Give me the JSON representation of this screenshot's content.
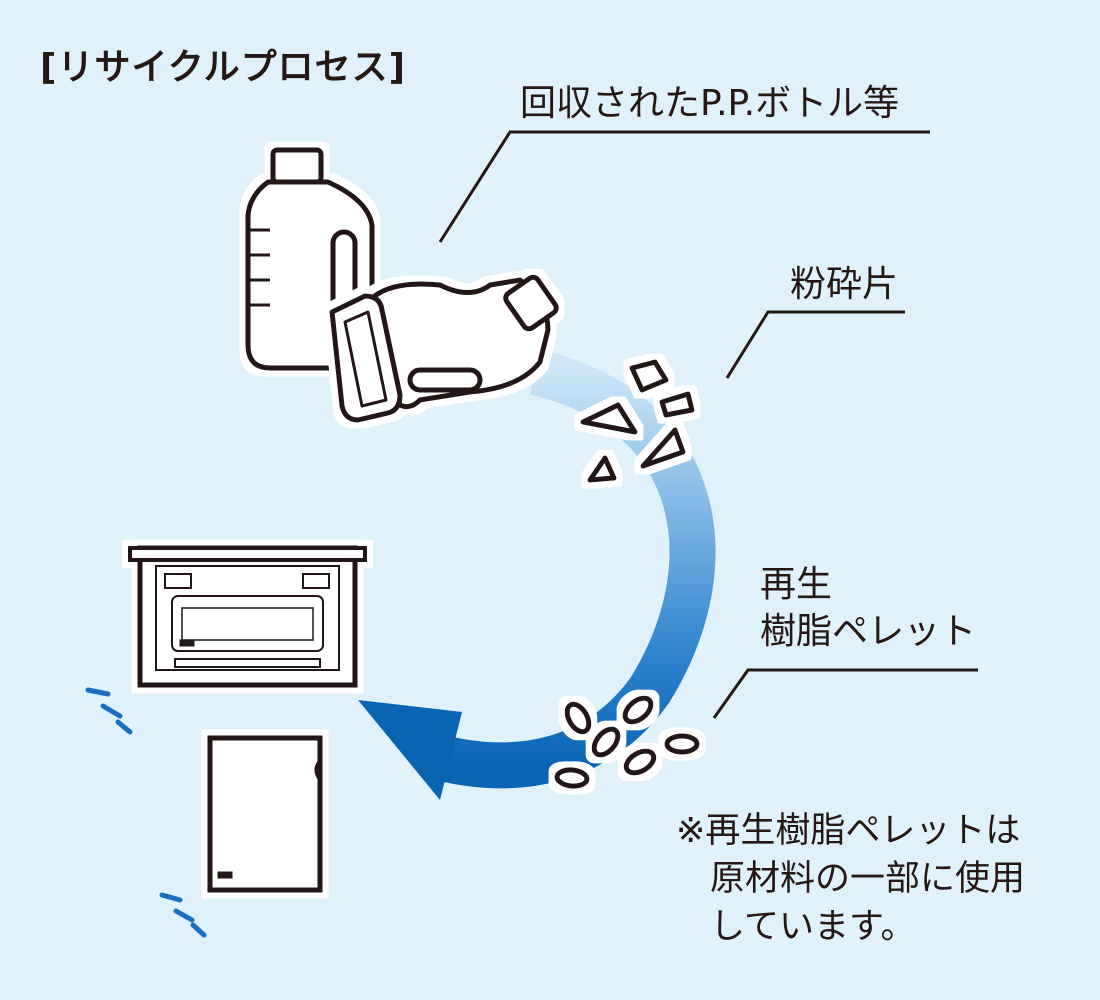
{
  "title": "[リサイクルプロセス]",
  "labels": {
    "collected": "回収されたP.P.ボトル等",
    "fragments": "粉砕片",
    "pellets_line1": "再生",
    "pellets_line2": "樹脂ペレット"
  },
  "note": {
    "line1": "※再生樹脂ペレットは",
    "line2": "原材料の一部に使用",
    "line3": "しています。"
  },
  "colors": {
    "background": "#dff1fb",
    "arrow_light": "#b9dcf3",
    "arrow_dark": "#0a64b4",
    "outline": "#231815",
    "accent_ticks": "#1a6fbf"
  },
  "icons": [
    "pp-bottle-icon",
    "crushed-bottle-icon",
    "fragment-icon",
    "pellet-icon",
    "storage-box-icon",
    "file-folder-icon"
  ]
}
